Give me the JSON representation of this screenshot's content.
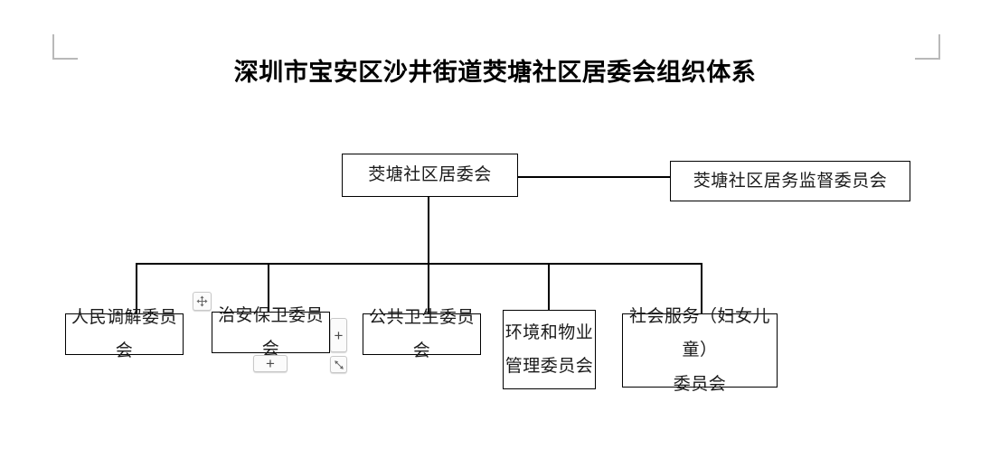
{
  "document": {
    "title": "深圳市宝安区沙井街道茭塘社区居委会组织体系",
    "page_corner_marks": [
      "top-left",
      "top-right"
    ],
    "background_color": "#ffffff",
    "line_color": "#000000"
  },
  "chart_data": {
    "type": "diagram",
    "title": "深圳市宝安区沙井街道茭塘社区居委会组织体系",
    "nodes": [
      {
        "id": "root",
        "label": "茭塘社区居委会",
        "line1": "茭塘社区居委会",
        "line2": "",
        "level": 0
      },
      {
        "id": "supervisor",
        "label": "茭塘社区居务监督委员会",
        "line1": "茭塘社区居务监督委员会",
        "line2": "",
        "level": 0
      },
      {
        "id": "child1",
        "label": "人民调解委员会",
        "line1": "人民调解委员会",
        "line2": "",
        "level": 1
      },
      {
        "id": "child2",
        "label": "治安保卫委员会",
        "line1": "治安保卫委员会",
        "line2": "",
        "level": 1
      },
      {
        "id": "child3",
        "label": "公共卫生委员会",
        "line1": "公共卫生委员会",
        "line2": "",
        "level": 1
      },
      {
        "id": "child4",
        "label": "环境和物业管理委员会",
        "line1": "环境和物业",
        "line2": "管理委员会",
        "level": 1
      },
      {
        "id": "child5",
        "label": "社会服务（妇女儿童）委员会",
        "line1": "社会服务（妇女儿童）",
        "line2": "委员会",
        "level": 1
      }
    ],
    "edges": [
      {
        "from": "root",
        "to": "supervisor",
        "style": "horizontal"
      },
      {
        "from": "root",
        "to": "child1",
        "style": "orthogonal"
      },
      {
        "from": "root",
        "to": "child2",
        "style": "orthogonal"
      },
      {
        "from": "root",
        "to": "child3",
        "style": "orthogonal"
      },
      {
        "from": "root",
        "to": "child4",
        "style": "orthogonal"
      },
      {
        "from": "root",
        "to": "child5",
        "style": "orthogonal"
      }
    ]
  },
  "handles": {
    "move": {
      "icon": "move-four-arrows",
      "label": ""
    },
    "add_right": {
      "icon": "plus",
      "label": "+"
    },
    "add_below": {
      "icon": "plus",
      "label": "+"
    },
    "resize": {
      "icon": "resize-diagonal",
      "label": ""
    }
  }
}
